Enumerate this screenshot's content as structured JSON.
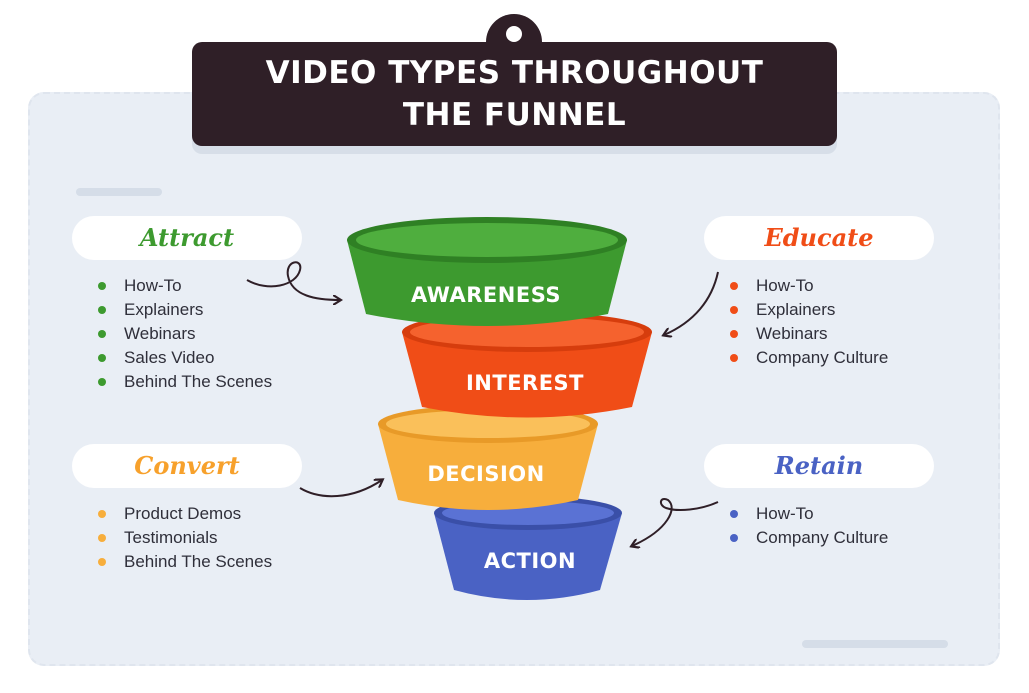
{
  "title": {
    "line1": "VIDEO TYPES THROUGHOUT",
    "line2": "THE FUNNEL"
  },
  "stages": [
    {
      "label": "AWARENESS",
      "color": "#3d9a2f"
    },
    {
      "label": "INTEREST",
      "color": "#f04d17"
    },
    {
      "label": "DECISION",
      "color": "#f7ae3c"
    },
    {
      "label": "ACTION",
      "color": "#4a62c4"
    }
  ],
  "groups": {
    "attract": {
      "heading": "Attract",
      "color": "#3d9a2f",
      "items": [
        "How-To",
        "Explainers",
        "Webinars",
        "Sales Video",
        "Behind The Scenes"
      ]
    },
    "educate": {
      "heading": "Educate",
      "color": "#f04d17",
      "items": [
        "How-To",
        "Explainers",
        "Webinars",
        "Company Culture"
      ]
    },
    "convert": {
      "heading": "Convert",
      "color": "#f7a12c",
      "items": [
        "Product Demos",
        "Testimonials",
        "Behind The Scenes"
      ]
    },
    "retain": {
      "heading": "Retain",
      "color": "#4a62c4",
      "items": [
        "How-To",
        "Company Culture"
      ]
    }
  }
}
